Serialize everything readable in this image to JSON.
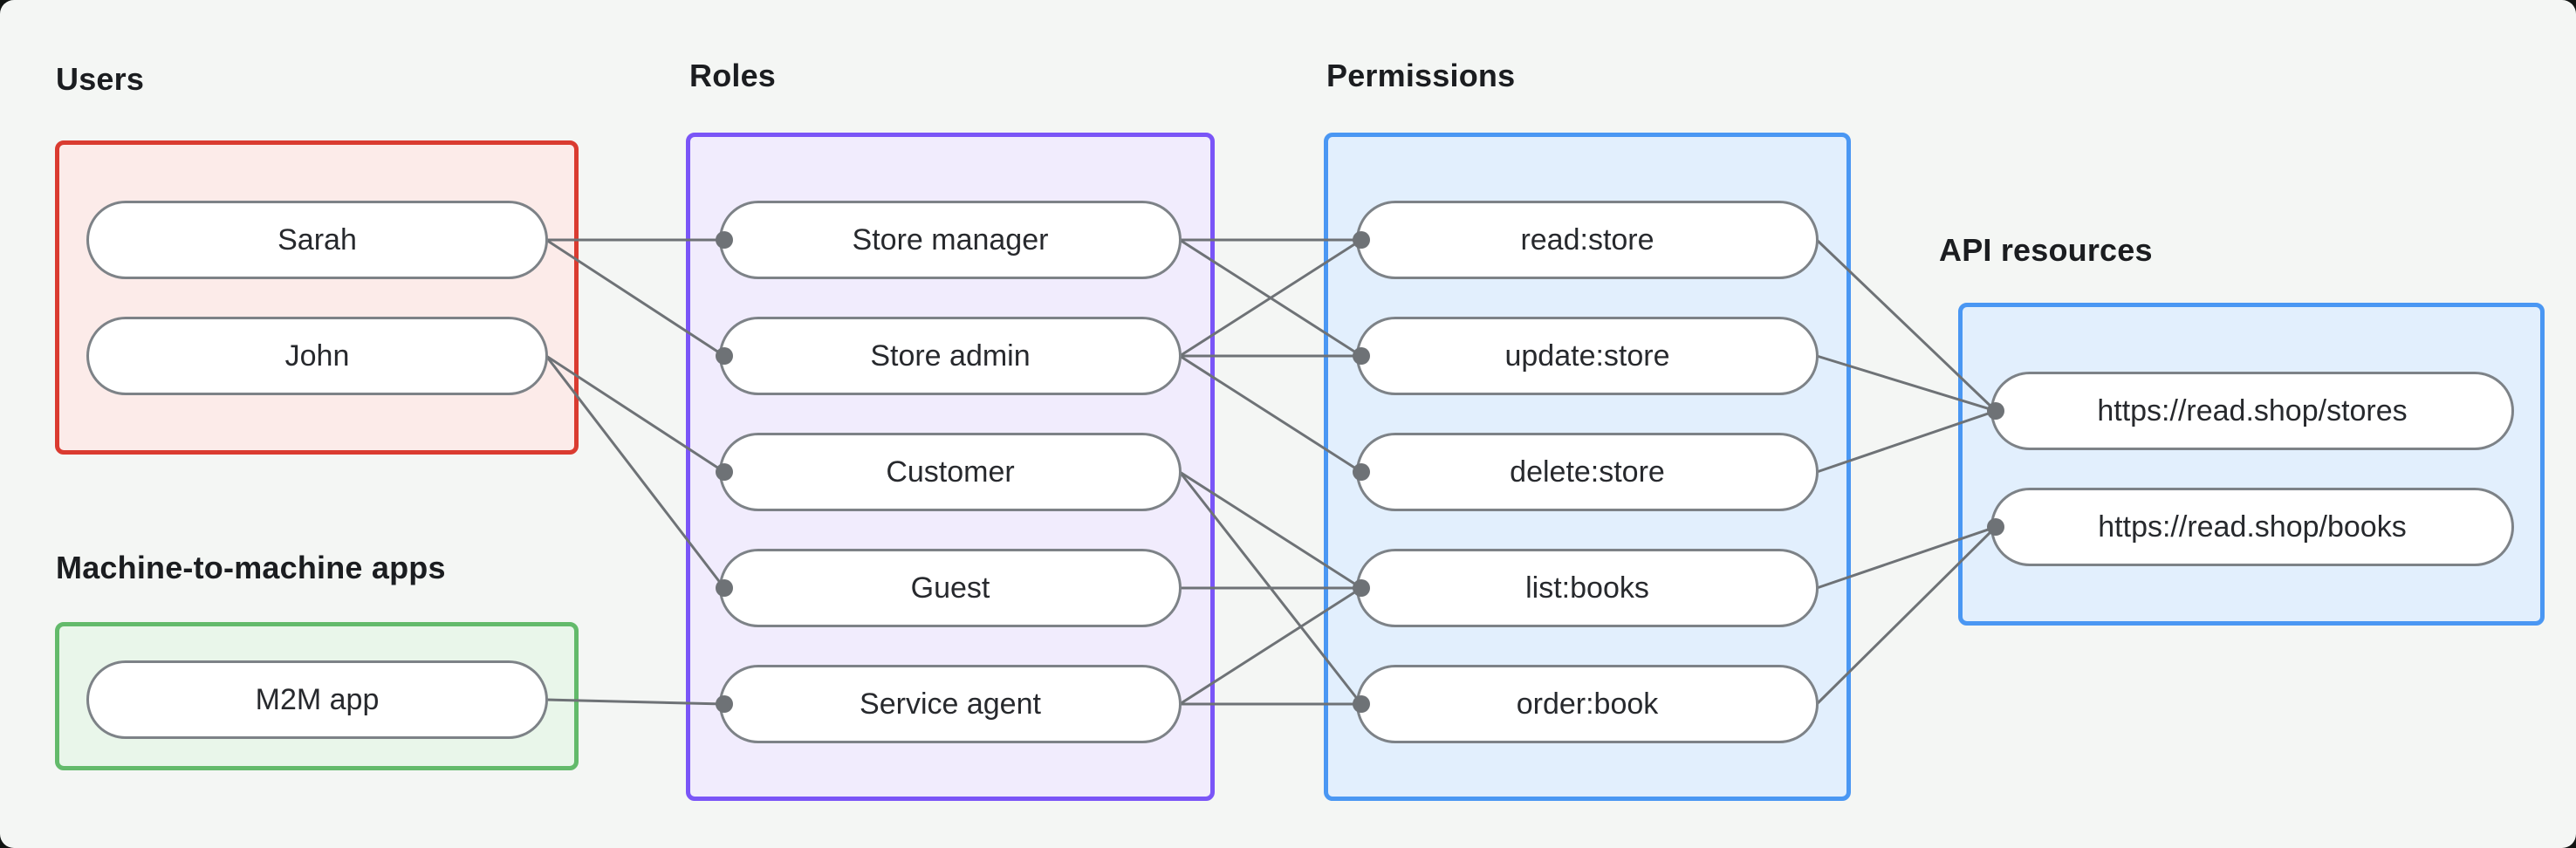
{
  "diagram": {
    "title_context": "Role-based access control mapping",
    "groups": {
      "users": {
        "label": "Users",
        "border_color": "#da3b30",
        "fill_color": "#fcebe9"
      },
      "m2m": {
        "label": "Machine-to-machine apps",
        "border_color": "#63ba6b",
        "fill_color": "#e9f6ea"
      },
      "roles": {
        "label": "Roles",
        "border_color": "#7a55f7",
        "fill_color": "#f1ecfd"
      },
      "permissions": {
        "label": "Permissions",
        "border_color": "#4a97f3",
        "fill_color": "#e2effd"
      },
      "api_resources": {
        "label": "API resources",
        "border_color": "#4a97f3",
        "fill_color": "#e2effd"
      }
    },
    "nodes": {
      "sarah": {
        "label": "Sarah",
        "group": "users"
      },
      "john": {
        "label": "John",
        "group": "users"
      },
      "m2m_app": {
        "label": "M2M app",
        "group": "m2m"
      },
      "store_manager": {
        "label": "Store manager",
        "group": "roles"
      },
      "store_admin": {
        "label": "Store admin",
        "group": "roles"
      },
      "customer": {
        "label": "Customer",
        "group": "roles"
      },
      "guest": {
        "label": "Guest",
        "group": "roles"
      },
      "service_agent": {
        "label": "Service agent",
        "group": "roles"
      },
      "read_store": {
        "label": "read:store",
        "group": "permissions"
      },
      "update_store": {
        "label": "update:store",
        "group": "permissions"
      },
      "delete_store": {
        "label": "delete:store",
        "group": "permissions"
      },
      "list_books": {
        "label": "list:books",
        "group": "permissions"
      },
      "order_book": {
        "label": "order:book",
        "group": "permissions"
      },
      "stores_api": {
        "label": "https://read.shop/stores",
        "group": "api_resources"
      },
      "books_api": {
        "label": "https://read.shop/books",
        "group": "api_resources"
      }
    },
    "edges": [
      {
        "from": "sarah",
        "to": "store_manager"
      },
      {
        "from": "sarah",
        "to": "store_admin"
      },
      {
        "from": "john",
        "to": "customer"
      },
      {
        "from": "john",
        "to": "guest"
      },
      {
        "from": "m2m_app",
        "to": "service_agent"
      },
      {
        "from": "store_manager",
        "to": "read_store"
      },
      {
        "from": "store_manager",
        "to": "update_store"
      },
      {
        "from": "store_admin",
        "to": "read_store"
      },
      {
        "from": "store_admin",
        "to": "update_store"
      },
      {
        "from": "store_admin",
        "to": "delete_store"
      },
      {
        "from": "customer",
        "to": "list_books"
      },
      {
        "from": "customer",
        "to": "order_book"
      },
      {
        "from": "guest",
        "to": "list_books"
      },
      {
        "from": "service_agent",
        "to": "list_books"
      },
      {
        "from": "service_agent",
        "to": "order_book"
      }
    ],
    "style": {
      "background_color": "#f4f6f4",
      "node_fill": "#ffffff",
      "node_border_color": "#7d8287",
      "edge_color": "#6e7276",
      "label_text_color": "#1b1d20",
      "node_text_color": "#27292d"
    }
  }
}
